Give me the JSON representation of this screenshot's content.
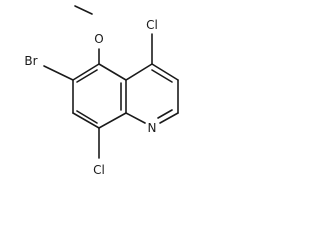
{
  "molecule": {
    "atoms": {
      "br": "Br",
      "o": "O",
      "cl_top": "Cl",
      "cl_bottom": "Cl",
      "n": "N"
    }
  },
  "colors": {
    "bond": "#1a1a1a",
    "background": "#ffffff"
  }
}
